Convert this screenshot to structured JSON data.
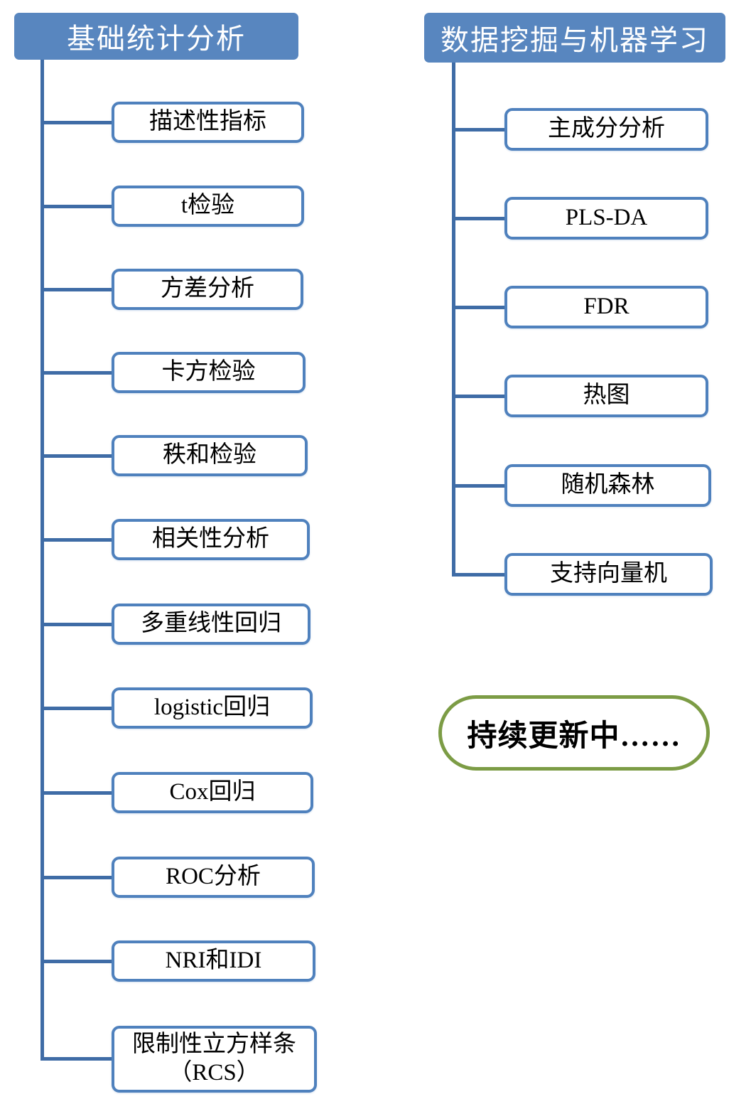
{
  "left_tree": {
    "title": "基础统计分析",
    "items": [
      "描述性指标",
      "t检验",
      "方差分析",
      "卡方检验",
      "秩和检验",
      "相关性分析",
      "多重线性回归",
      "logistic回归",
      "Cox回归",
      "ROC分析",
      "NRI和IDI",
      "限制性立方样条\n（RCS）"
    ]
  },
  "right_tree": {
    "title": "数据挖掘与机器学习",
    "items": [
      "主成分分析",
      "PLS-DA",
      "FDR",
      "热图",
      "随机森林",
      "支持向量机"
    ]
  },
  "note": {
    "text": "持续更新中……"
  },
  "colors": {
    "header_fill": "#5886bf",
    "box_border": "#4f81bd",
    "line": "#3f6ca6",
    "note_border": "#7c9c45",
    "text": "#000000",
    "header_text": "#ffffff",
    "background": "#ffffff"
  }
}
